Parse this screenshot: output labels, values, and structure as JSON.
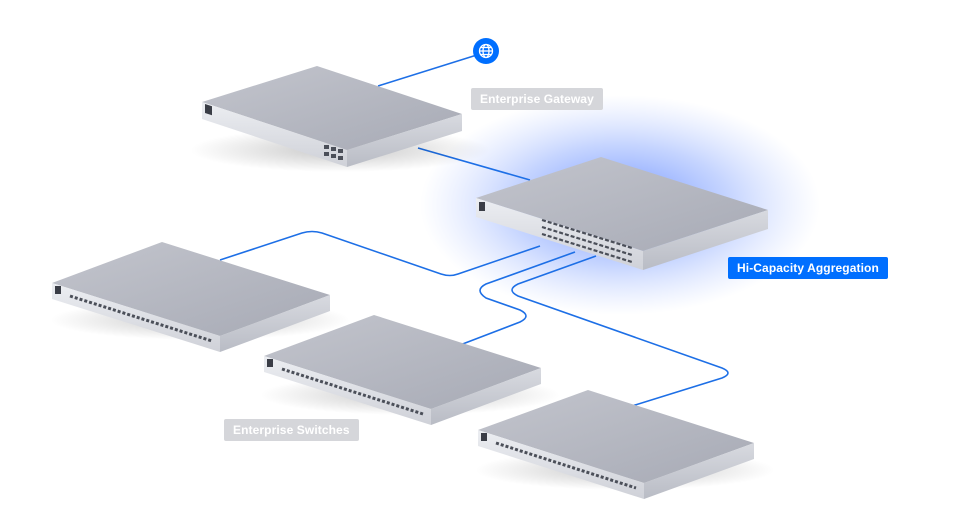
{
  "colors": {
    "link_line": "#1d6fe6",
    "accent": "#006fff",
    "muted_label": "#d5d6da",
    "device_top": "#b3b6c0",
    "device_front": "#e4e5ea",
    "glow": "#4f7dff"
  },
  "labels": {
    "gateway": "Enterprise Gateway",
    "aggregation": "Hi-Capacity Aggregation",
    "switches": "Enterprise Switches"
  },
  "nodes": {
    "internet": {
      "icon": "globe-icon"
    },
    "gateway": {
      "icon": "gateway-device"
    },
    "aggregation": {
      "icon": "aggregation-switch",
      "highlighted": true
    },
    "switch_1": {
      "icon": "access-switch"
    },
    "switch_2": {
      "icon": "access-switch"
    },
    "switch_3": {
      "icon": "access-switch"
    }
  },
  "links": [
    {
      "from": "internet",
      "to": "gateway"
    },
    {
      "from": "gateway",
      "to": "aggregation"
    },
    {
      "from": "aggregation",
      "to": "switch_1"
    },
    {
      "from": "aggregation",
      "to": "switch_2"
    },
    {
      "from": "aggregation",
      "to": "switch_3"
    }
  ]
}
